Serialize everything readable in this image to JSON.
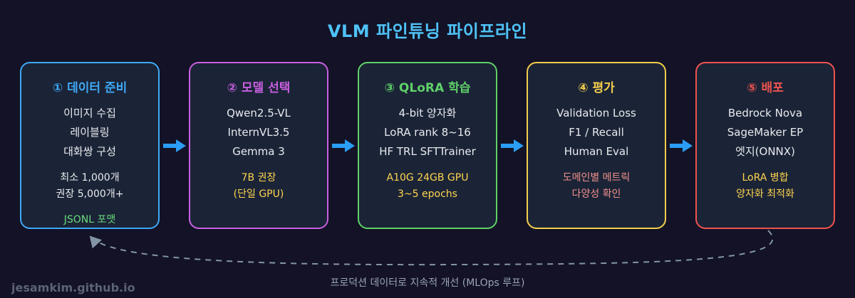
{
  "title": "VLM 파인튜닝 파이프라인",
  "stages": [
    {
      "title": "① 데이터 준비",
      "accent": "#3fa9f5",
      "main": [
        "이미지 수집",
        "레이블링",
        "대화쌍 구성"
      ],
      "notes": [
        "최소 1,000개",
        "권장 5,000개+"
      ],
      "note_color": "#e8eaed",
      "tags": [
        "JSONL 포맷"
      ],
      "tag_color": "#69db7c"
    },
    {
      "title": "② 모델 선택",
      "accent": "#c95fe0",
      "main": [
        "Qwen2.5-VL",
        "InternVL3.5",
        "Gemma 3"
      ],
      "notes": [
        "7B 권장",
        "(단일 GPU)"
      ],
      "note_color": "#ffd54f"
    },
    {
      "title": "③ QLoRA 학습",
      "accent": "#5fd068",
      "main": [
        "4-bit 양자화",
        "LoRA rank 8~16",
        "HF TRL SFTTrainer"
      ],
      "notes": [
        "A10G 24GB GPU",
        "3~5 epochs"
      ],
      "note_color": "#ffd54f"
    },
    {
      "title": "④ 평가",
      "accent": "#f5ce4c",
      "main": [
        "Validation Loss",
        "F1 / Recall",
        "Human Eval"
      ],
      "notes": [
        "도메인별 메트릭",
        "다양성 확인"
      ],
      "note_color": "#f0908a"
    },
    {
      "title": "⑤ 배포",
      "accent": "#ef5350",
      "main": [
        "Bedrock Nova",
        "SageMaker EP",
        "엣지(ONNX)"
      ],
      "notes": [
        "LoRA 병합",
        "양자화 최적화"
      ],
      "note_color": "#ffd54f"
    }
  ],
  "loop_label": "프로덕션 데이터로 지속적 개선 (MLOps 루프)",
  "watermark": "jesamkim.github.io",
  "colors": {
    "background": "#131226",
    "box_fill": "#1b2437",
    "title": "#4fc3f7",
    "arrow": "#2b9df4",
    "loop": "#8494a7"
  }
}
